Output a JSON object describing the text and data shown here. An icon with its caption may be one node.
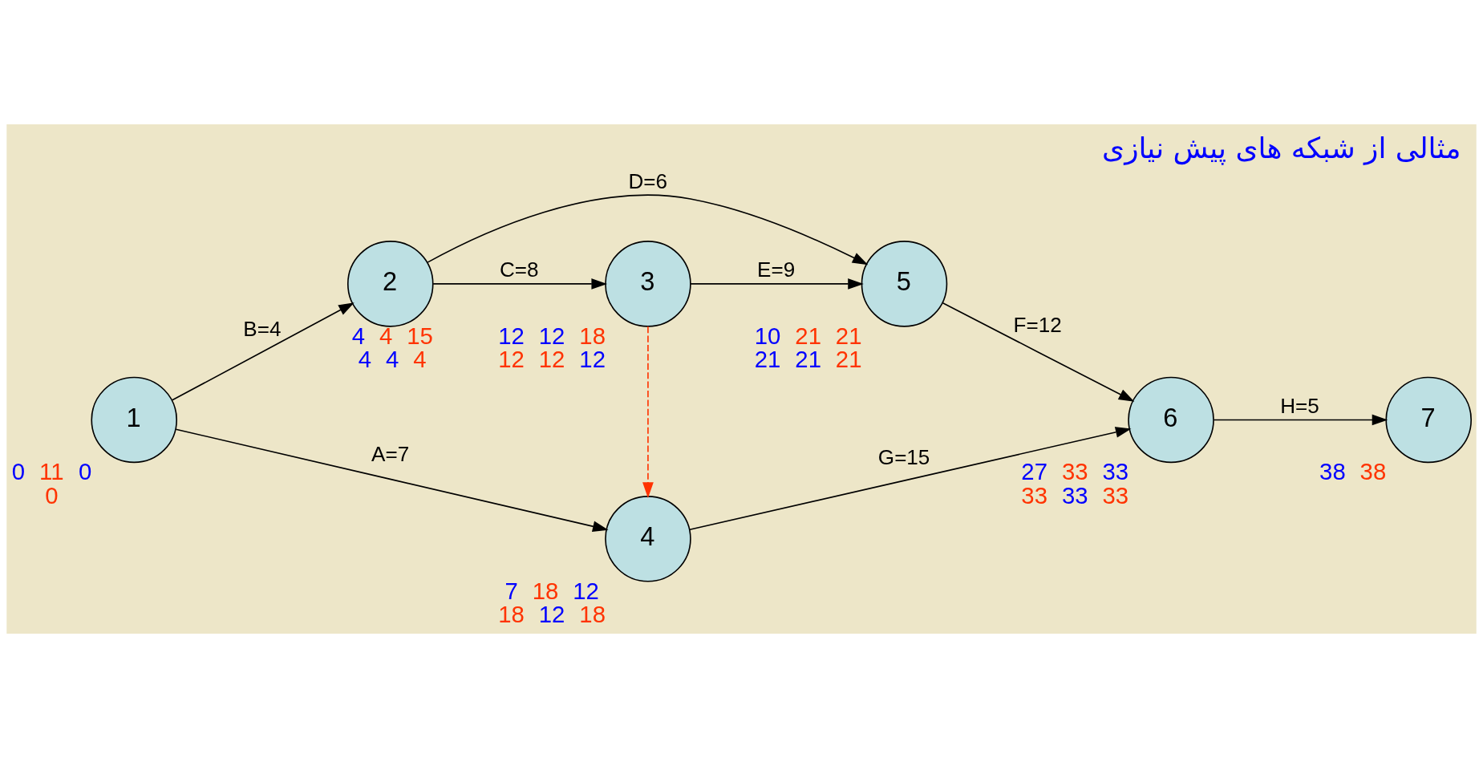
{
  "diagram": {
    "title": "مثالی از شبکه های پیش نیازی",
    "nodes": [
      {
        "text": [
          "1"
        ],
        "beside": [
          "0",
          "11",
          "0",
          "0"
        ]
      },
      {
        "text": [
          "2"
        ],
        "beside": [
          "4",
          "4",
          "15",
          "4",
          "4",
          "4"
        ]
      },
      {
        "text": [
          "3"
        ],
        "beside": [
          "12",
          "12",
          "18",
          "12",
          "12",
          "12"
        ]
      },
      {
        "text": [
          "4"
        ],
        "beside": [
          "7",
          "18",
          "12",
          "18",
          "12",
          "18"
        ]
      },
      {
        "text": [
          "5"
        ],
        "beside": [
          "10",
          "21",
          "21",
          "21",
          "21",
          "21"
        ]
      },
      {
        "text": [
          "6"
        ],
        "beside": [
          "27",
          "33",
          "33",
          "33",
          "33",
          "33"
        ]
      },
      {
        "text": [
          "7"
        ],
        "beside": [
          "38",
          "38"
        ]
      }
    ],
    "edges": [
      {
        "from": 0,
        "to": 3,
        "arrow": "to",
        "label": "A=7"
      },
      {
        "from": 0,
        "to": 1,
        "arrow": "to",
        "label": "B=4"
      },
      {
        "from": 1,
        "to": 2,
        "arrow": "to",
        "label": "C=8"
      },
      {
        "from": 2,
        "to": 3,
        "arrow": "to",
        "style": "dashed",
        "color": "#ff3300"
      },
      {
        "from": 3,
        "to": 5,
        "arrow": "to",
        "label": "G=15"
      },
      {
        "from": 1,
        "to": 4,
        "arrow": "to",
        "label": "D=6"
      },
      {
        "from": 2,
        "to": 4,
        "arrow": "to",
        "label": "E=9"
      },
      {
        "from": 4,
        "to": 5,
        "arrow": "to",
        "label": "F=12"
      },
      {
        "from": 5,
        "to": 6,
        "arrow": "to",
        "label": "H=5"
      }
    ]
  }
}
